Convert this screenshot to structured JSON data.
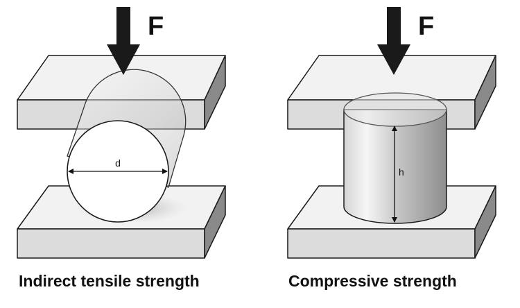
{
  "left_test": {
    "force_label": "F",
    "dimension_label": "d",
    "caption": "Indirect tensile strength"
  },
  "right_test": {
    "force_label": "F",
    "dimension_label": "h",
    "caption": "Compressive strength"
  },
  "colors": {
    "plate_top": "#f2f2f2",
    "plate_front": "#dcdcdc",
    "plate_side": "#8a8a8a",
    "outline": "#1a1a1a",
    "arrow": "#1a1a1a",
    "specimen_light": "#f8f8f8",
    "specimen_dark": "#9a9a9a"
  }
}
